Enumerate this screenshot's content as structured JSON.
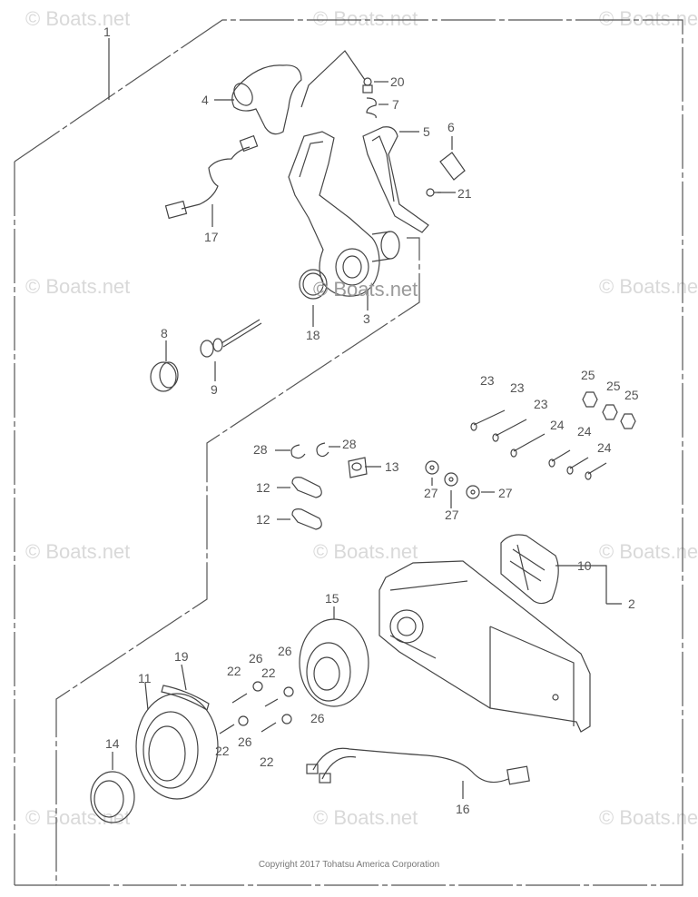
{
  "watermark": "© Boats.net",
  "center_watermark": "© Boats.net",
  "copyright": "Copyright 2017 Tohatsu America Corporation",
  "callouts": {
    "p1": "1",
    "p2": "2",
    "p3": "3",
    "p4": "4",
    "p5": "5",
    "p6": "6",
    "p7": "7",
    "p8": "8",
    "p9": "9",
    "p10": "10",
    "p11": "11",
    "p12": "12",
    "p13": "13",
    "p14": "14",
    "p15": "15",
    "p16": "16",
    "p17": "17",
    "p18": "18",
    "p19": "19",
    "p20": "20",
    "p21": "21",
    "p22": "22",
    "p23": "23",
    "p24": "24",
    "p25": "25",
    "p26": "26",
    "p27": "27",
    "p28": "28"
  }
}
